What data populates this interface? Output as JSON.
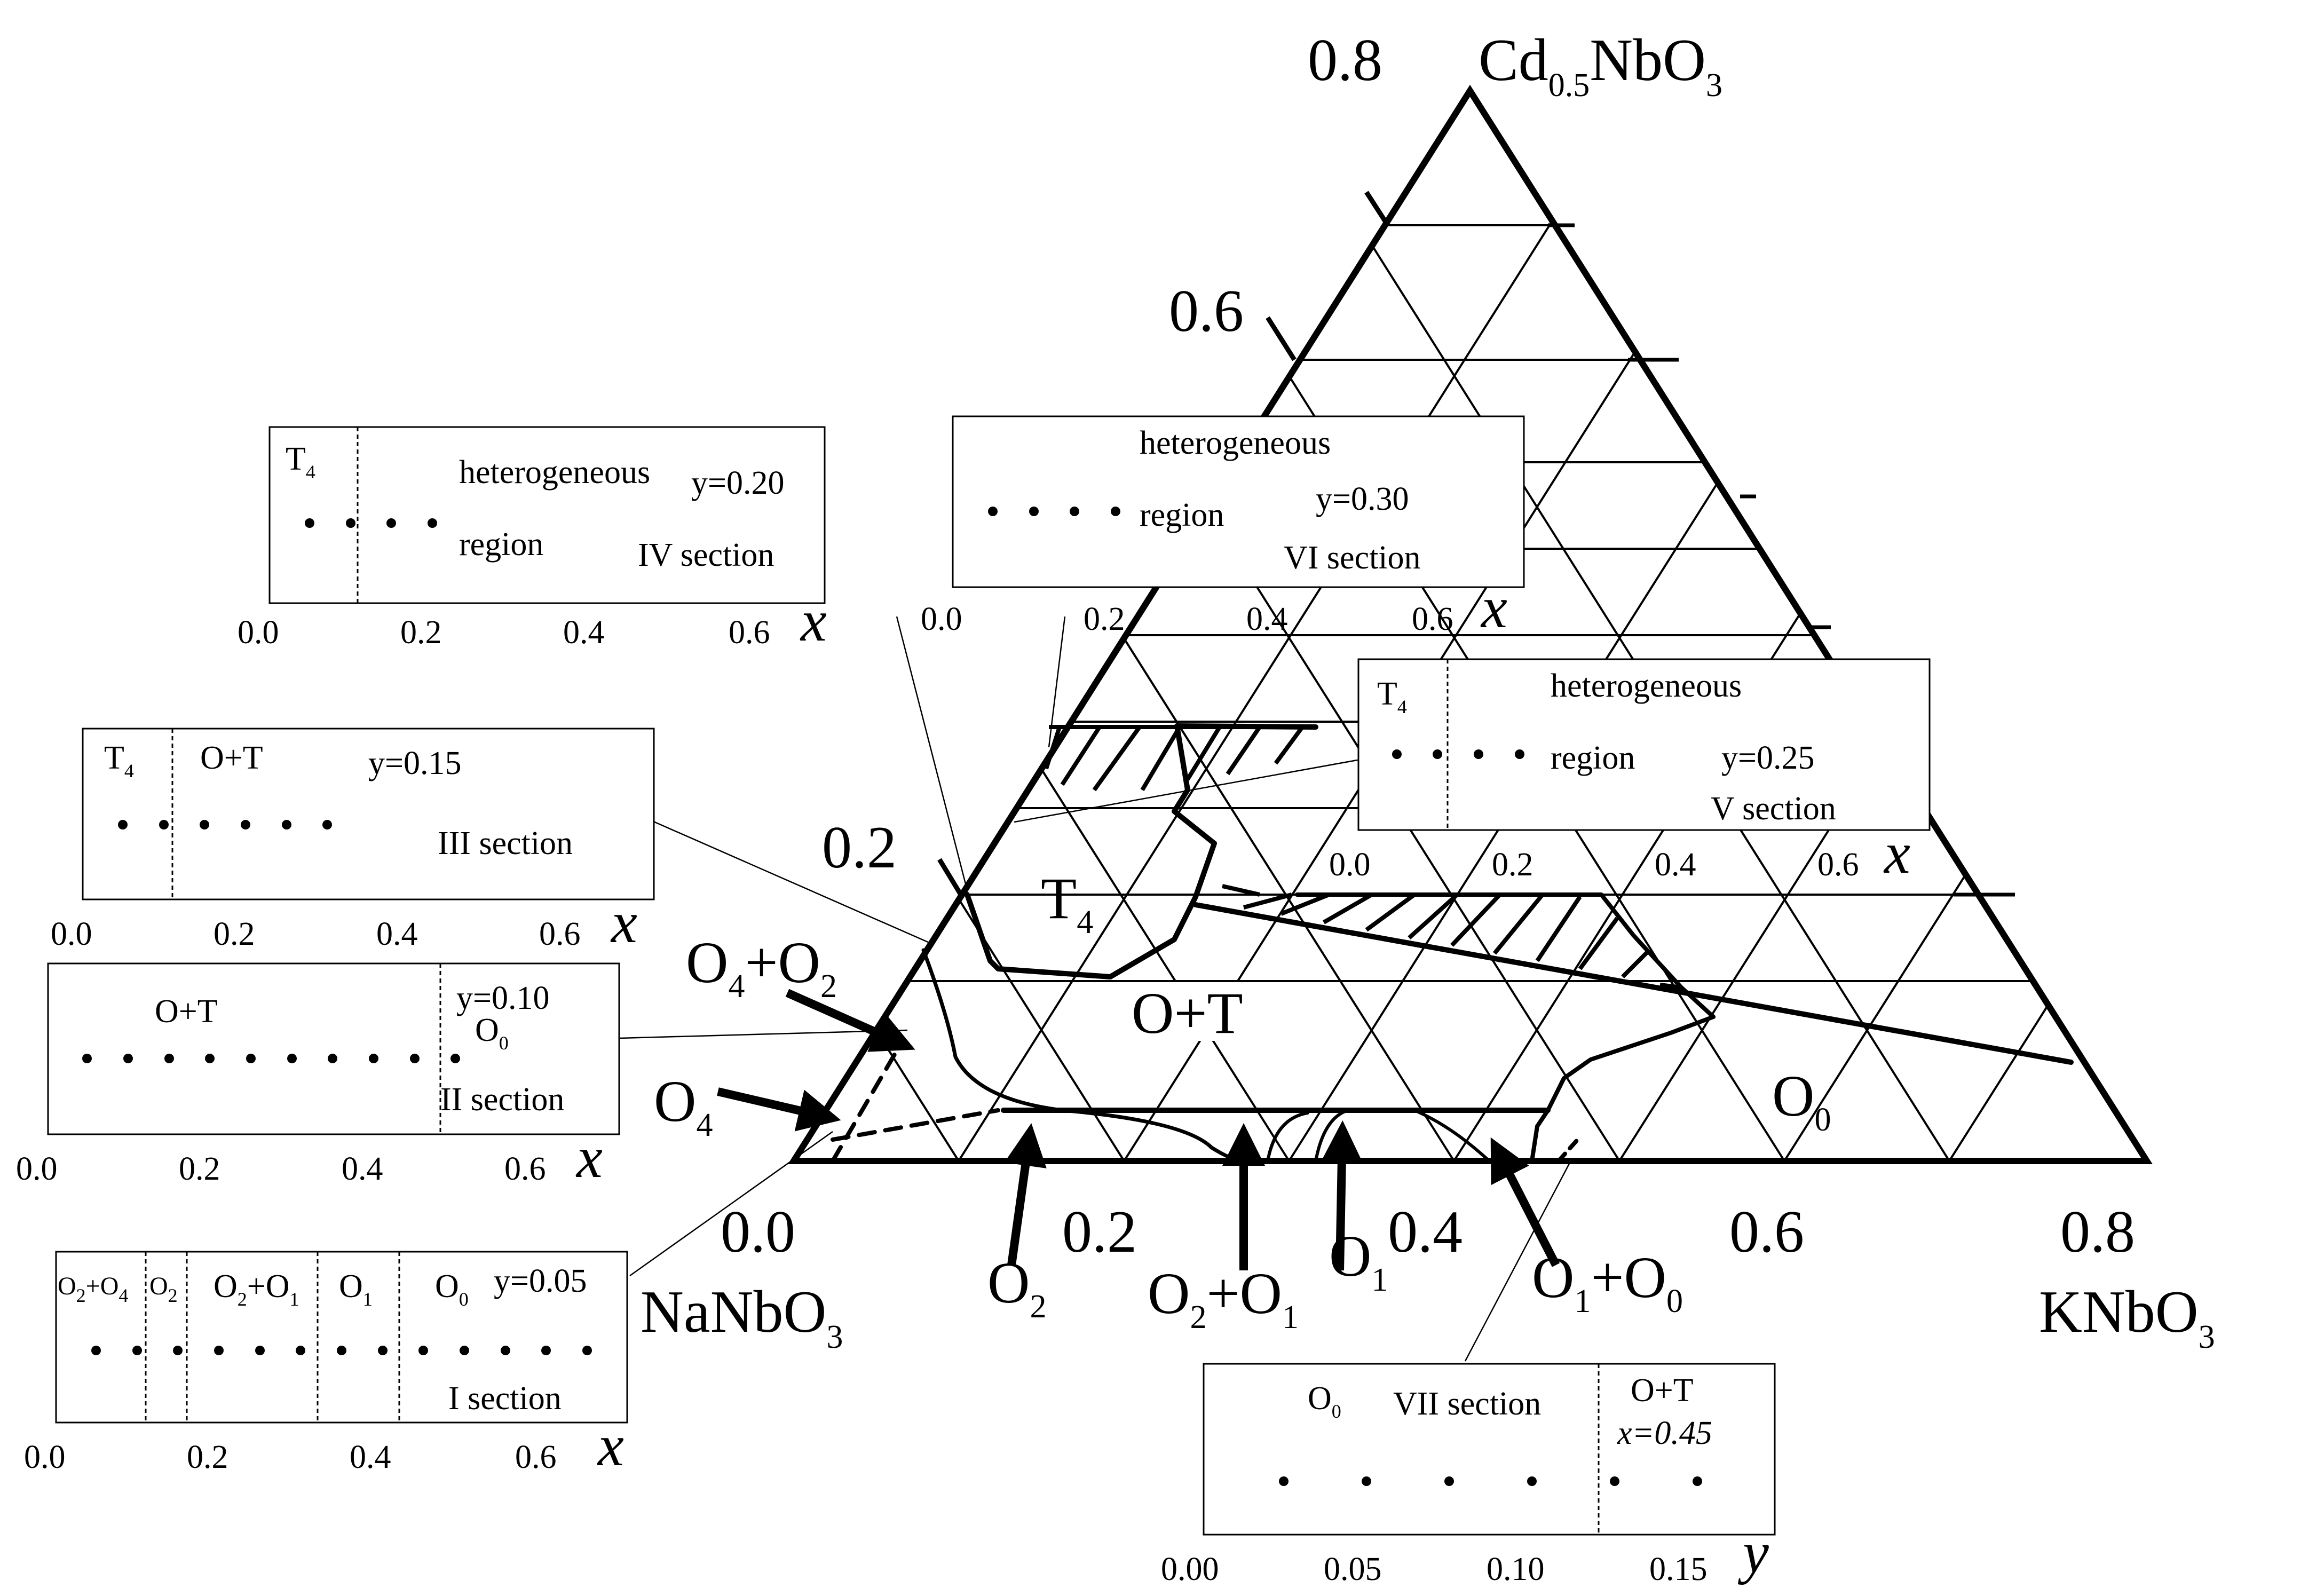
{
  "vertices": {
    "top_name": "Cd",
    "top_sub": "0.5",
    "top_rest": "NbO",
    "top_sub2": "3",
    "left_name": "NaNbO",
    "left_sub": "3",
    "right_name": "KNbO",
    "right_sub": "3"
  },
  "side_ticks": {
    "left": [
      "0.2",
      "0.6",
      "0.8"
    ],
    "bottom": [
      "0.0",
      "0.2",
      "0.4",
      "0.6",
      "0.8"
    ]
  },
  "regions": {
    "t4": "T",
    "t4_sub": "4",
    "ot": "O+T",
    "o0": "O",
    "o0_sub": "0"
  },
  "arrow_labels": {
    "o4o2_a": "O",
    "o4o2_a_sub": "4",
    "o4o2_plus": "+O",
    "o4o2_b_sub": "2",
    "o4": "O",
    "o4_sub": "4",
    "o2": "O",
    "o2_sub": "2",
    "o2o1_a": "O",
    "o2o1_a_sub": "2",
    "o2o1_plus": "+O",
    "o2o1_b_sub": "1",
    "o1": "O",
    "o1_sub": "1",
    "o1o0_a": "O",
    "o1o0_a_sub": "1",
    "o1o0_plus": "+O",
    "o1o0_b_sub": "0"
  },
  "insets": {
    "iv": {
      "phase": "T",
      "phase_sub": "4",
      "text1": "heterogeneous",
      "text2": "region",
      "yval": "y=0.20",
      "section": "IV section",
      "ticks": [
        "0.0",
        "0.2",
        "0.4",
        "0.6"
      ],
      "axis": "x"
    },
    "vi": {
      "text1": "heterogeneous",
      "text2": "region",
      "yval": "y=0.30",
      "section": "VI section",
      "ticks": [
        "0.0",
        "0.2",
        "0.4",
        "0.6"
      ],
      "axis": "x"
    },
    "v": {
      "phase": "T",
      "phase_sub": "4",
      "text1": "heterogeneous",
      "text2": "region",
      "yval": "y=0.25",
      "section": "V section",
      "ticks": [
        "0.0",
        "0.2",
        "0.4",
        "0.6"
      ],
      "axis": "x"
    },
    "iii": {
      "phase": "T",
      "phase_sub": "4",
      "phase2": "O+T",
      "yval": "y=0.15",
      "section": "III section",
      "ticks": [
        "0.0",
        "0.2",
        "0.4",
        "0.6"
      ],
      "axis": "x"
    },
    "ii": {
      "phase": "O+T",
      "phase2": "O",
      "phase2_sub": "0",
      "yval": "y=0.10",
      "section": "II section",
      "ticks": [
        "0.0",
        "0.2",
        "0.4",
        "0.6"
      ],
      "axis": "x"
    },
    "i": {
      "p1": "O",
      "p1_sub": "2",
      "p1_plus": "+O",
      "p1_sub2": "4",
      "p2": "O",
      "p2_sub": "2",
      "p3": "O",
      "p3_sub": "2",
      "p3_plus": "+O",
      "p3_sub2": "1",
      "p4": "O",
      "p4_sub": "1",
      "p5": "O",
      "p5_sub": "0",
      "yval": "y=0.05",
      "section": "I section",
      "ticks": [
        "0.0",
        "0.2",
        "0.4",
        "0.6"
      ],
      "axis": "x"
    },
    "vii": {
      "phase": "O",
      "phase_sub": "0",
      "section": "VII section",
      "phase2": "O+T",
      "xval": "x=0.45",
      "ticks": [
        "0.00",
        "0.05",
        "0.10",
        "0.15"
      ],
      "axis": "y"
    }
  }
}
